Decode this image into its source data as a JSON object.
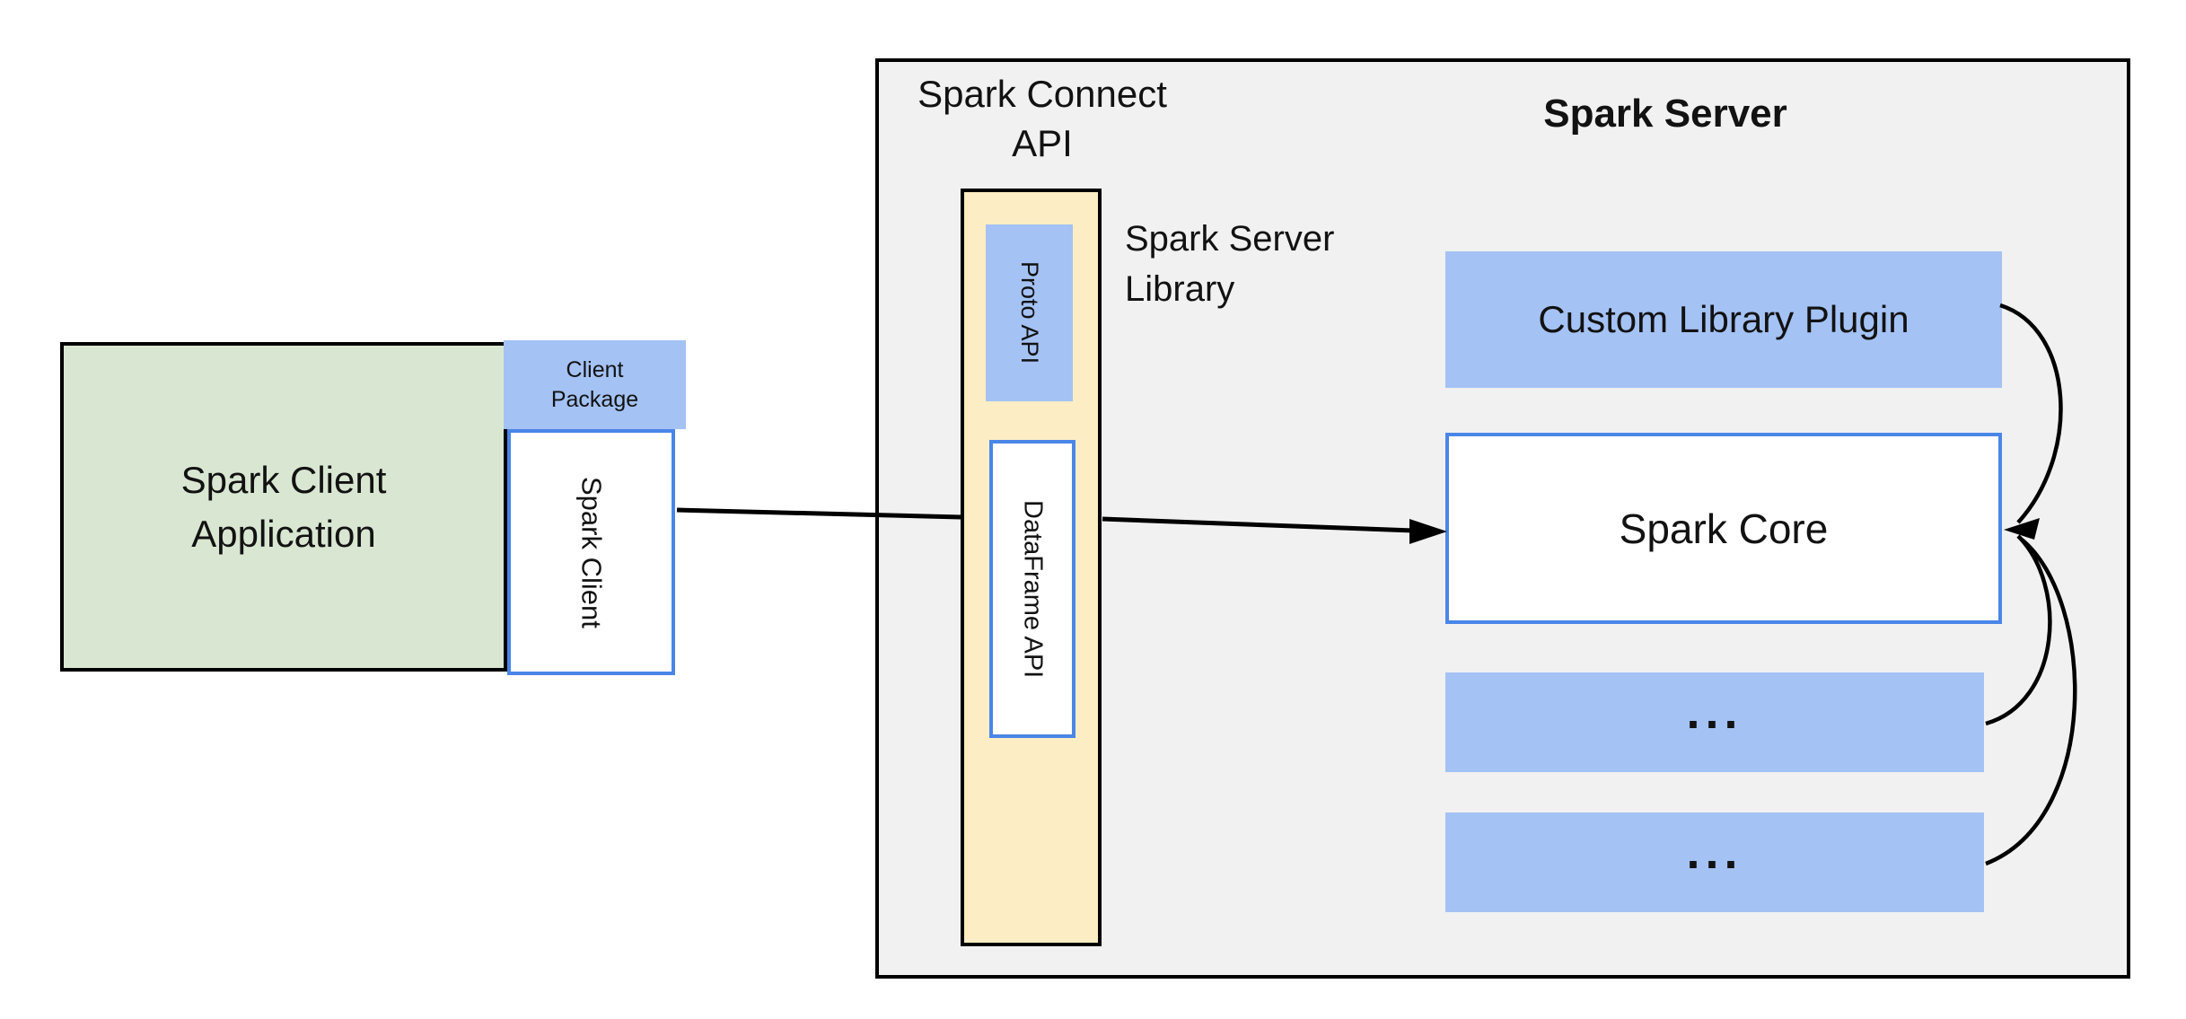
{
  "client": {
    "app_label": "Spark Client\nApplication",
    "package_label": "Client\nPackage",
    "spark_client_label": "Spark Client"
  },
  "connect_api_label": "Spark Connect\nAPI",
  "server": {
    "title": "Spark Server",
    "library_label": "Spark Server\nLibrary",
    "proto_api_label": "Proto API",
    "dataframe_api_label": "DataFrame API",
    "plugin_label": "Custom Library Plugin",
    "core_label": "Spark Core",
    "ellipsis_1": "...",
    "ellipsis_2": "..."
  },
  "colors": {
    "client_app_fill": "#d9e7d2",
    "accent_blue_fill": "#a4c2f4",
    "accent_blue_border": "#4a86e8",
    "library_fill": "#fcedc4",
    "server_fill": "#f1f1f2",
    "line_black": "#000000"
  }
}
